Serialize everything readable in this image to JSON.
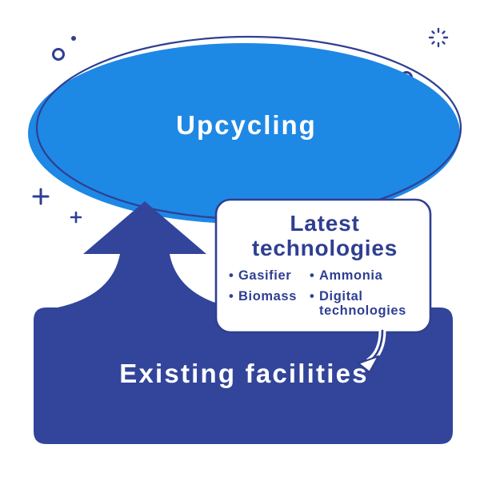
{
  "diagram": {
    "top_label": "Upcycling",
    "bottom_label": "Existing facilities",
    "callout": {
      "title_line1": "Latest",
      "title_line2": "technologies",
      "bullet_symbol": "•",
      "items": [
        {
          "line1": "Gasifier"
        },
        {
          "line1": "Ammonia"
        },
        {
          "line1": "Biomass"
        },
        {
          "line1": "Digital",
          "line2": "technologies"
        }
      ]
    }
  },
  "colors": {
    "ellipse_fill": "#1e88e5",
    "outline": "#2f3f91",
    "block_fill": "#32459b",
    "callout_text": "#2f3f91",
    "background": "#ffffff"
  },
  "decor_icons": [
    "small-dot-icon",
    "ring-icon",
    "ring-icon",
    "sparkle-icon",
    "plus-icon",
    "plus-icon"
  ]
}
